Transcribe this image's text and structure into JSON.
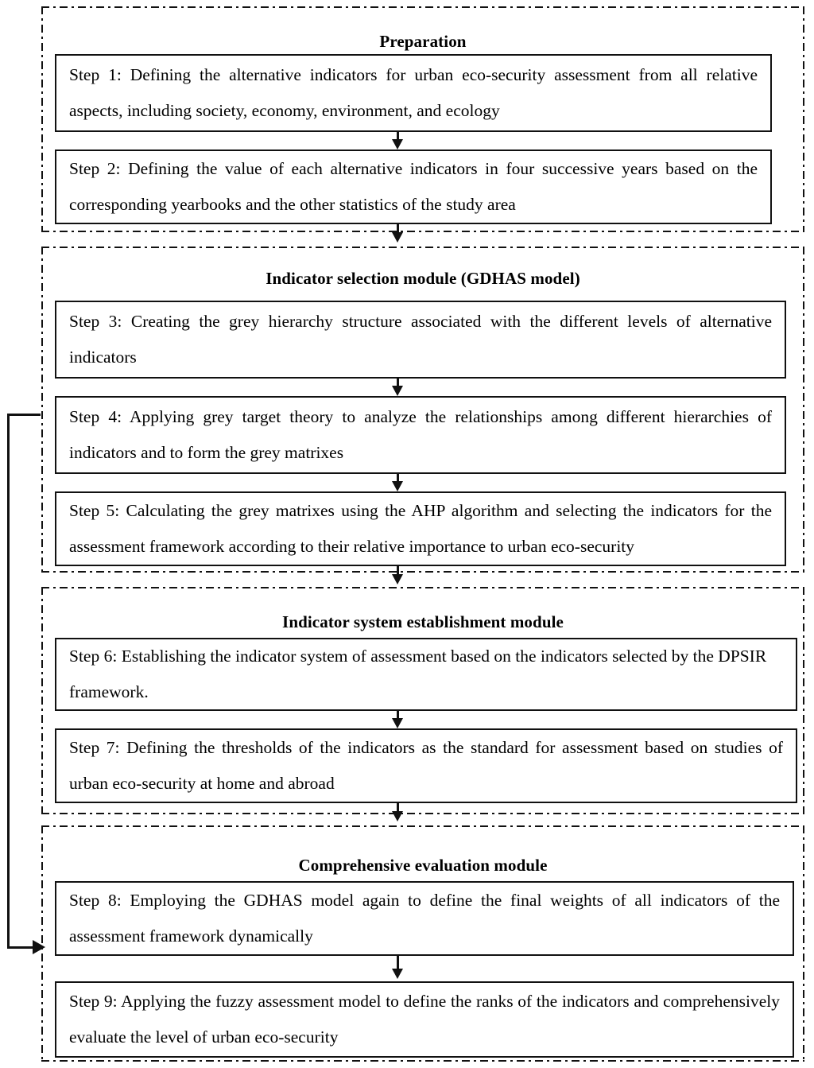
{
  "figure": {
    "type": "flowchart",
    "orientation": "top-to-bottom",
    "modules": [
      {
        "id": "preparation",
        "title": "Preparation",
        "steps": [
          {
            "id": "step1",
            "text": "Step 1: Defining the alternative indicators for urban eco-security assessment from all relative aspects, including society, economy, environment, and ecology"
          },
          {
            "id": "step2",
            "text": "Step 2: Defining the value of each alternative indicators in four successive years based on the corresponding yearbooks and the other statistics of the study area"
          }
        ]
      },
      {
        "id": "indicator-selection",
        "title": "Indicator selection module (GDHAS model)",
        "steps": [
          {
            "id": "step3",
            "text": "Step 3: Creating the grey hierarchy structure associated with the different levels of alternative indicators"
          },
          {
            "id": "step4",
            "text": "Step 4: Applying grey target theory to analyze the relationships among different hierarchies of indicators and to form the grey matrixes"
          },
          {
            "id": "step5",
            "text": "Step 5: Calculating the grey matrixes using the AHP algorithm and selecting the indicators for the assessment framework according to their relative importance to urban eco-security"
          }
        ]
      },
      {
        "id": "indicator-system-establishment",
        "title": "Indicator system establishment module",
        "steps": [
          {
            "id": "step6",
            "text": "Step 6: Establishing the indicator system of assessment based on the indicators selected by the DPSIR framework."
          },
          {
            "id": "step7",
            "text": "Step 7: Defining the thresholds of the indicators as the standard for assessment based on studies of urban eco-security at home and abroad"
          }
        ]
      },
      {
        "id": "comprehensive-evaluation",
        "title": "Comprehensive evaluation module",
        "steps": [
          {
            "id": "step8",
            "text": "Step 8: Employing the GDHAS model again to define the final weights of all indicators of the assessment framework dynamically"
          },
          {
            "id": "step9",
            "text": "Step 9: Applying the fuzzy assessment model to define the ranks of the indicators and comprehensively evaluate the level of urban eco-security"
          }
        ]
      }
    ],
    "connectors": {
      "sequential_arrow": "down-arrow",
      "feedback_loop": "left-side loop from Step 4 back down to Step 8"
    },
    "colors": {
      "stroke": "#111111",
      "background": "#ffffff",
      "text": "#000000"
    }
  }
}
